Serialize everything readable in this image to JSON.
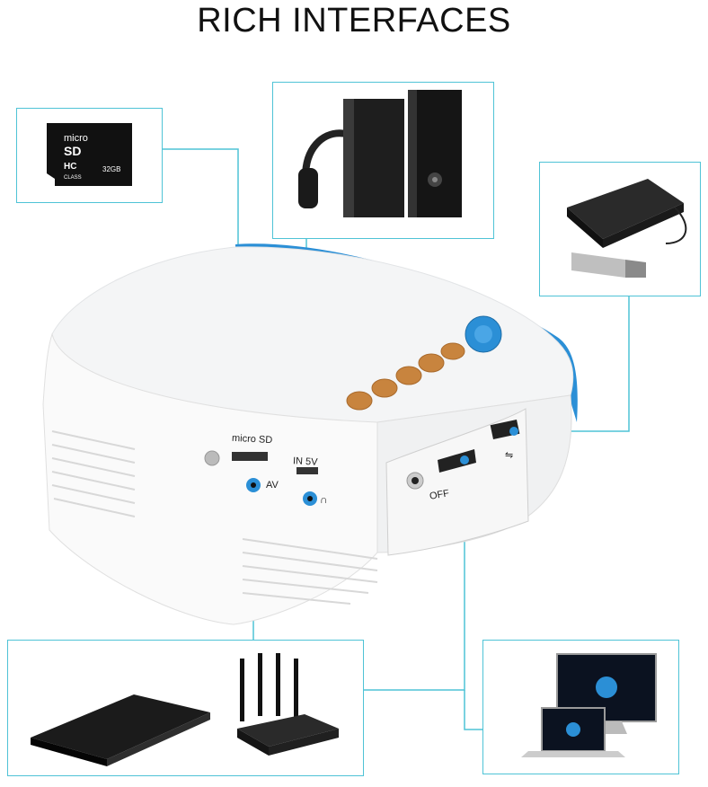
{
  "title": "RICH INTERFACES",
  "sd_card": {
    "line1": "micro",
    "line2": "SD",
    "line3": "HC",
    "line4": "32GB",
    "line5": "CLASS"
  },
  "projector_labels": {
    "micro_sd": "micro SD",
    "av": "AV",
    "in_5v": "IN 5V",
    "off": "OFF"
  },
  "colors": {
    "accent": "#4fc3d6",
    "projector_blue": "#2b8fd6",
    "button_brown": "#c8843e"
  },
  "icons": [
    "headphone-icon",
    "speaker-icon",
    "hard-drive-icon",
    "usb-stick-icon",
    "dvd-player-icon",
    "router-icon",
    "monitor-icon",
    "laptop-icon",
    "headphone-jack-icon",
    "usb-port-icon"
  ]
}
